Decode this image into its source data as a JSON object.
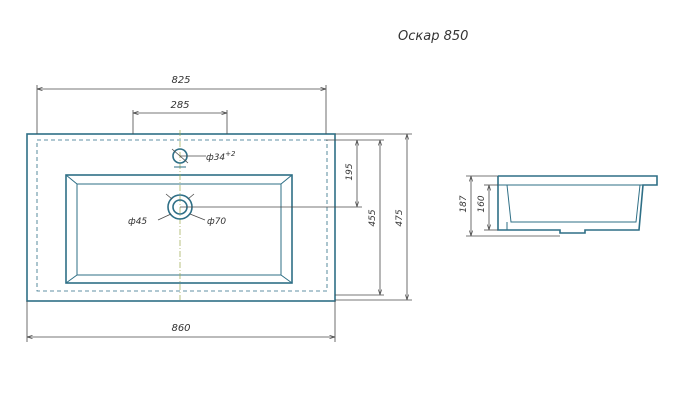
{
  "title": "Оскар 850",
  "dimensions": {
    "top_width": "825",
    "hole_spacing": "285",
    "tap_hole": "ф34",
    "tap_hole_sup": "+2",
    "drain_inner": "ф45",
    "drain_outer": "ф70",
    "hole_offset": "195",
    "bowl_depth": "455",
    "total_depth": "475",
    "bottom_width": "860",
    "side_height_total": "187",
    "side_height_bowl": "160"
  },
  "colors": {
    "outline": "#2e6f86",
    "dimension": "#4a4a4a",
    "axis": "#9aa84a"
  }
}
